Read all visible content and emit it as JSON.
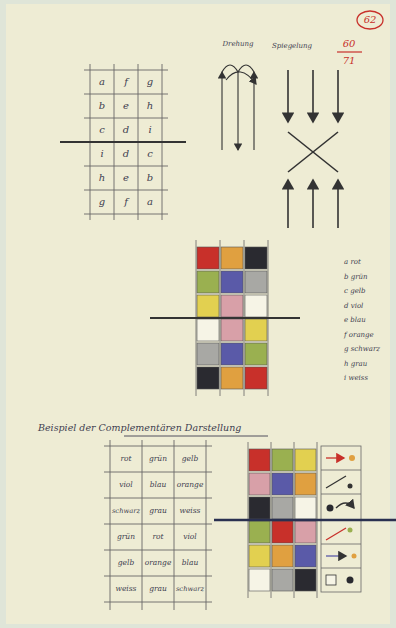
{
  "diagram": {
    "labels": [
      "62",
      "60",
      "71",
      "Drehung",
      "Spiegelung",
      "a",
      "f",
      "g",
      "b",
      "e",
      "h",
      "c",
      "d",
      "i",
      "i",
      "d",
      "c",
      "h",
      "e",
      "b",
      "g",
      "f",
      "a",
      "a rot",
      "b grün",
      "c gelb",
      "d viol",
      "e blau",
      "f orange",
      "g schwarz",
      "h grau",
      "i weiss",
      "Beispiel der Complementären Darstellung",
      "rot",
      "grün",
      "gelb",
      "viol",
      "blau",
      "orange",
      "schwarz",
      "grau",
      "weiss",
      "grün",
      "rot",
      "viol",
      "gelb",
      "orange",
      "blau",
      "weiss",
      "grau",
      "schwarz"
    ]
  }
}
